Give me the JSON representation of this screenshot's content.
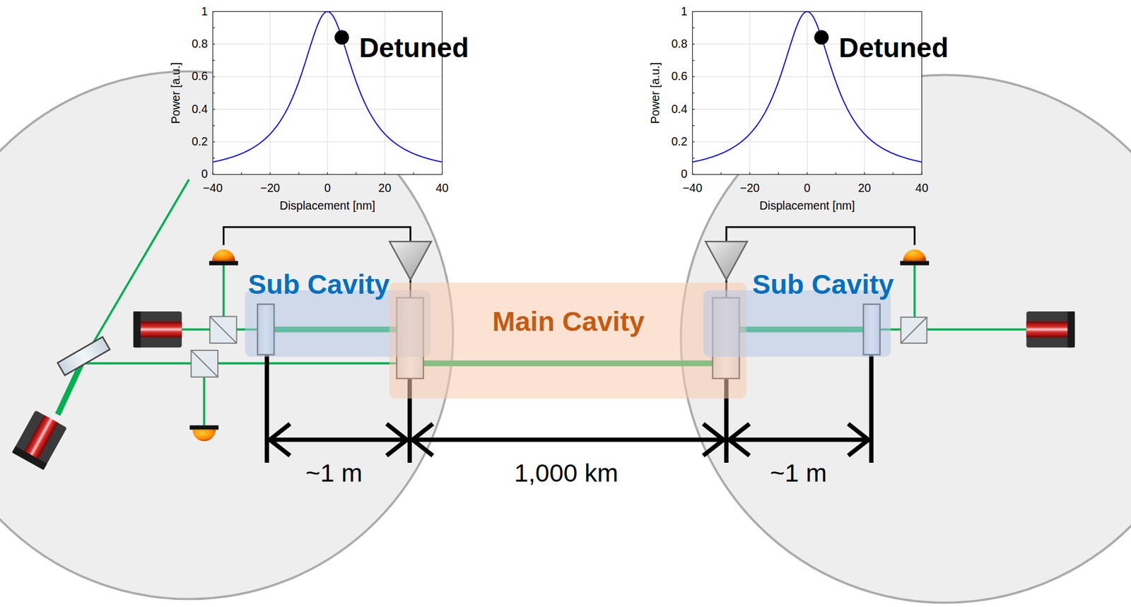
{
  "diagram": {
    "nodes": [
      {
        "text": [
          "Sub Cavity"
        ]
      },
      {
        "text": [
          "Main Cavity"
        ]
      },
      {
        "text": [
          "Sub Cavity"
        ]
      }
    ],
    "labels": [
      "1",
      "0.8",
      "0.6",
      "0.4",
      "0.2",
      "0",
      "−40",
      "−20",
      "0",
      "20",
      "40",
      "Displacement [nm]",
      "Power [a.u.]",
      "Detuned",
      "1",
      "0.8",
      "0.6",
      "0.4",
      "0.2",
      "0",
      "−40",
      "−20",
      "0",
      "20",
      "40",
      "Displacement [nm]",
      "Power [a.u.]",
      "Detuned",
      "~1 m",
      "1,000 km",
      "~1 m"
    ]
  }
}
